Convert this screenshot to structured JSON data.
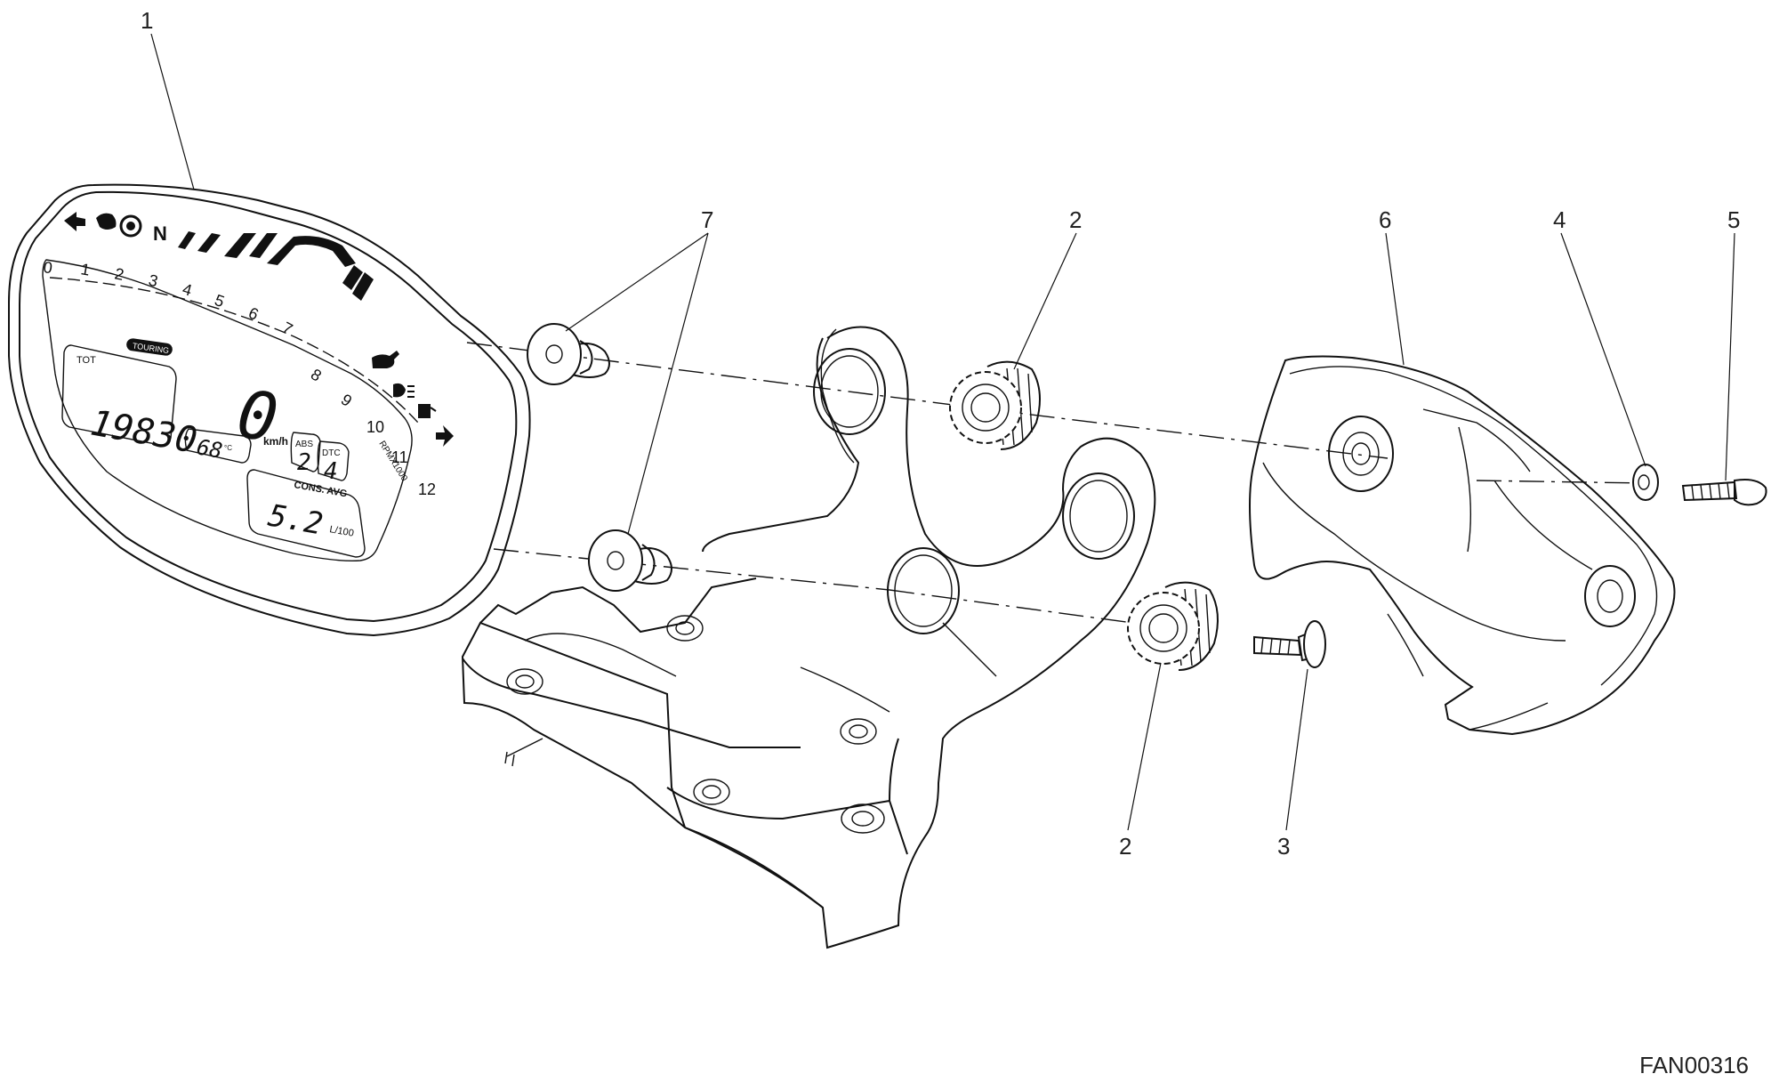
{
  "diagram": {
    "reference_code": "FAN00316",
    "callouts": [
      {
        "id": "c1",
        "label": "1"
      },
      {
        "id": "c2a",
        "label": "2"
      },
      {
        "id": "c2b",
        "label": "2"
      },
      {
        "id": "c3",
        "label": "3"
      },
      {
        "id": "c4",
        "label": "4"
      },
      {
        "id": "c5",
        "label": "5"
      },
      {
        "id": "c6",
        "label": "6"
      },
      {
        "id": "c7",
        "label": "7"
      }
    ],
    "dashboard": {
      "rpm_ticks": [
        "0",
        "1",
        "2",
        "3",
        "4",
        "5",
        "6",
        "7",
        "8",
        "9",
        "10",
        "11",
        "12"
      ],
      "rpm_unit": "RPMX1000",
      "neutral": "N",
      "mode": "TOURING",
      "total_label": "TOT",
      "odometer": "19830",
      "temperature": "68",
      "temp_unit": "°C",
      "speed": "0",
      "speed_unit": "km/h",
      "abs_label": "ABS",
      "abs_value": "2",
      "dtc_label": "DTC",
      "dtc_value": "4",
      "cons_label": "CONS. AVG",
      "cons_value": "5.2",
      "cons_unit": "L/100"
    }
  }
}
